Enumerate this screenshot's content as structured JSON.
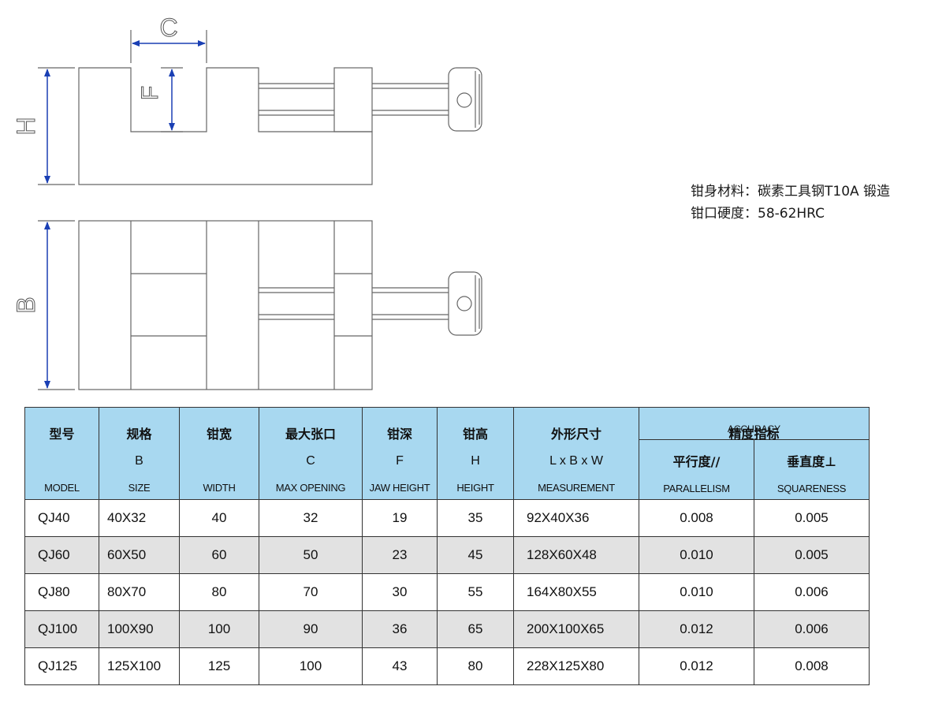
{
  "diagram": {
    "labels": {
      "c": "C",
      "f": "F",
      "h": "H",
      "b": "B"
    }
  },
  "note": {
    "line1": "钳身材料：碳素工具钢T10A 锻造",
    "line2": "钳口硬度：58-62HRC"
  },
  "table": {
    "headers": [
      {
        "cn": "型号",
        "sym": "",
        "en": "MODEL"
      },
      {
        "cn": "规格",
        "sym": "B",
        "en": "SIZE"
      },
      {
        "cn": "钳宽",
        "sym": "",
        "en": "WIDTH"
      },
      {
        "cn": "最大张口",
        "sym": "C",
        "en": "MAX OPENING"
      },
      {
        "cn": "钳深",
        "sym": "F",
        "en": "JAW HEIGHT"
      },
      {
        "cn": "钳高",
        "sym": "H",
        "en": "HEIGHT"
      },
      {
        "cn": "外形尺寸",
        "sym": "L x B x W",
        "en": "MEASUREMENT"
      }
    ],
    "accuracy": {
      "cn": "精度指标",
      "en": "ACCURACY",
      "sub": [
        {
          "cn": "平行度//",
          "en": "PARALLELISM"
        },
        {
          "cn": "垂直度⊥",
          "en": "SQUARENESS"
        }
      ]
    },
    "rows": [
      [
        "QJ40",
        "40X32",
        "40",
        "32",
        "19",
        "35",
        "92X40X36",
        "0.008",
        "0.005"
      ],
      [
        "QJ60",
        "60X50",
        "60",
        "50",
        "23",
        "45",
        "128X60X48",
        "0.010",
        "0.005"
      ],
      [
        "QJ80",
        "80X70",
        "80",
        "70",
        "30",
        "55",
        "164X80X55",
        "0.010",
        "0.006"
      ],
      [
        "QJ100",
        "100X90",
        "100",
        "90",
        "36",
        "65",
        "200X100X65",
        "0.012",
        "0.006"
      ],
      [
        "QJ125",
        "125X100",
        "125",
        "100",
        "43",
        "80",
        "228X125X80",
        "0.012",
        "0.008"
      ]
    ]
  },
  "colors": {
    "header_bg": "#a8d8f0",
    "stripe_bg": "#e2e2e2",
    "arrow": "#1a3fb4"
  }
}
